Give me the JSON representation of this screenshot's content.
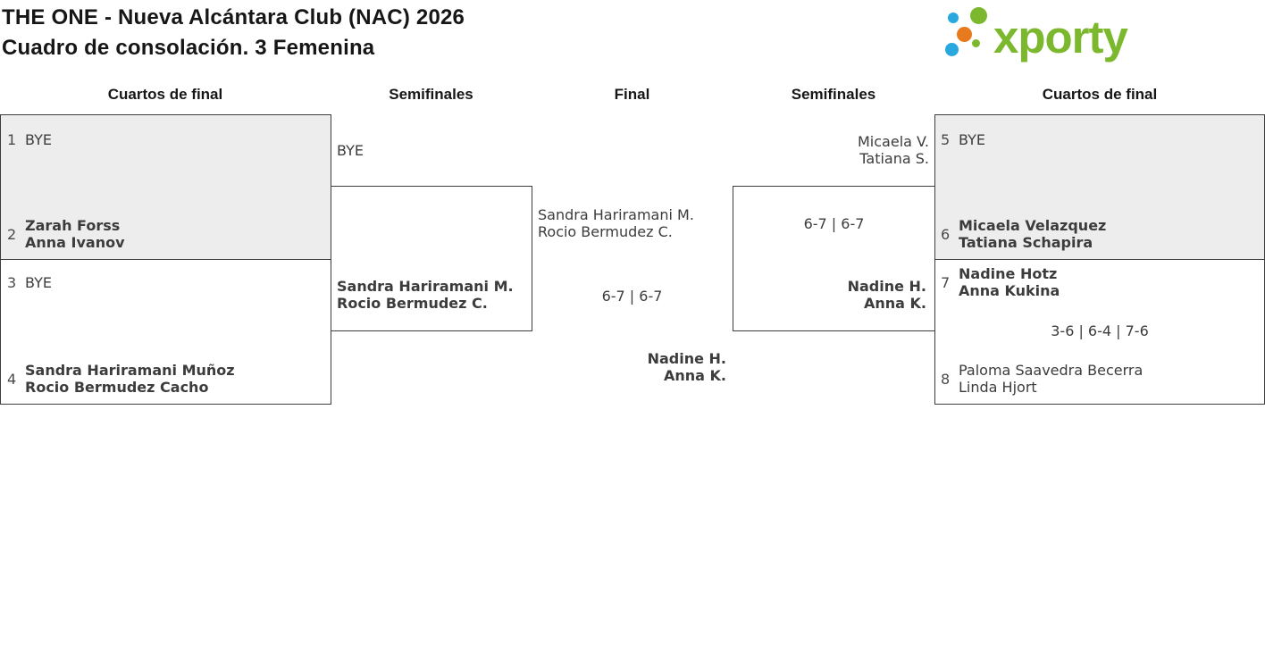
{
  "title": {
    "line1": "THE ONE - Nueva Alcántara Club (NAC) 2026",
    "line2": "Cuadro de consolación. 3 Femenina"
  },
  "logo": {
    "text": "xporty",
    "green": "#7cb82e",
    "blue": "#29a8e0",
    "orange": "#e87a1e"
  },
  "rounds": {
    "qf_left": "Cuartos de final",
    "sf_left": "Semifinales",
    "final": "Final",
    "sf_right": "Semifinales",
    "qf_right": "Cuartos de final"
  },
  "bracket": {
    "qf1": {
      "top": {
        "seed": "1",
        "lines": [
          "BYE"
        ]
      },
      "bottom": {
        "seed": "2",
        "lines": [
          "Zarah Forss",
          "Anna Ivanov"
        ],
        "winner": true
      }
    },
    "qf2": {
      "top": {
        "seed": "3",
        "lines": [
          "BYE"
        ]
      },
      "bottom": {
        "seed": "4",
        "lines": [
          "Sandra Hariramani Muñoz",
          "Rocio Bermudez Cacho"
        ],
        "winner": true
      }
    },
    "sf1": {
      "top": {
        "lines": [
          "BYE"
        ]
      },
      "bottom": {
        "lines": [
          "Sandra Hariramani M.",
          "Rocio Bermudez C."
        ],
        "winner": true
      }
    },
    "final": {
      "top": {
        "lines": [
          "Sandra Hariramani M.",
          "Rocio Bermudez C."
        ]
      },
      "score": "6-7 | 6-7",
      "bottom": {
        "lines": [
          "Nadine H.",
          "Anna K."
        ],
        "winner": true
      }
    },
    "sf2": {
      "top": {
        "lines": [
          "Micaela V.",
          "Tatiana S."
        ]
      },
      "score": "6-7 | 6-7",
      "bottom": {
        "lines": [
          "Nadine H.",
          "Anna K."
        ],
        "winner": true
      }
    },
    "qf3": {
      "top": {
        "seed": "5",
        "lines": [
          "BYE"
        ]
      },
      "bottom": {
        "seed": "6",
        "lines": [
          "Micaela Velazquez",
          "Tatiana Schapira"
        ],
        "winner": true
      }
    },
    "qf4": {
      "top": {
        "seed": "7",
        "lines": [
          "Nadine Hotz",
          "Anna Kukina"
        ],
        "winner": true
      },
      "score": "3-6 | 6-4 | 7-6",
      "bottom": {
        "seed": "8",
        "lines": [
          "Paloma Saavedra Becerra",
          "Linda Hjort"
        ]
      }
    }
  },
  "colors": {
    "box_fill_gray": "#ededed",
    "box_border": "#3d3d3d",
    "text": "#3c3c3c",
    "background": "#ffffff"
  }
}
